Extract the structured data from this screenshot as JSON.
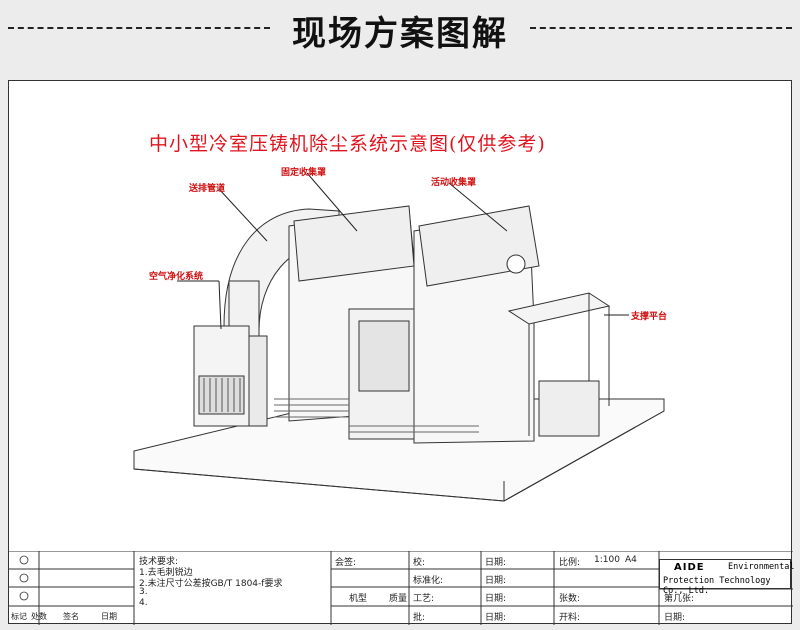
{
  "header": {
    "title": "现场方案图解"
  },
  "diagram": {
    "caption": "中小型冷室压铸机除尘系统示意图(仅供参考)",
    "callouts": {
      "duct": "送排管道",
      "fixed_hood": "固定收集罩",
      "movable_hood": "活动收集罩",
      "air_purifier": "空气净化系统",
      "support_platform": "支撑平台"
    }
  },
  "title_block": {
    "tech_req_title": "技术要求:",
    "tech_req_1": "1.去毛刺锐边",
    "tech_req_2": "2.未注尺寸公差按GB/T 1804-f要求",
    "tech_req_3": "3.",
    "tech_req_4": "4.",
    "marks": [
      "标记",
      "处数",
      "签名",
      "日期"
    ],
    "design": "会签:",
    "check": "校:",
    "standard": "标准化:",
    "process": "工艺:",
    "approve": "批:",
    "date": "日期:",
    "model": "机型",
    "weight": "质量",
    "scale_label": "比例:",
    "scale_value": "1:100",
    "paper": "A4",
    "sheet_count": "张数:",
    "sheet_no": "第几张:",
    "drawn": "开料:",
    "date2": "日期:",
    "brand_logo": "AIDE",
    "brand_en1": "Environmental",
    "brand_en2": "Protection Technology Co., Ltd."
  }
}
